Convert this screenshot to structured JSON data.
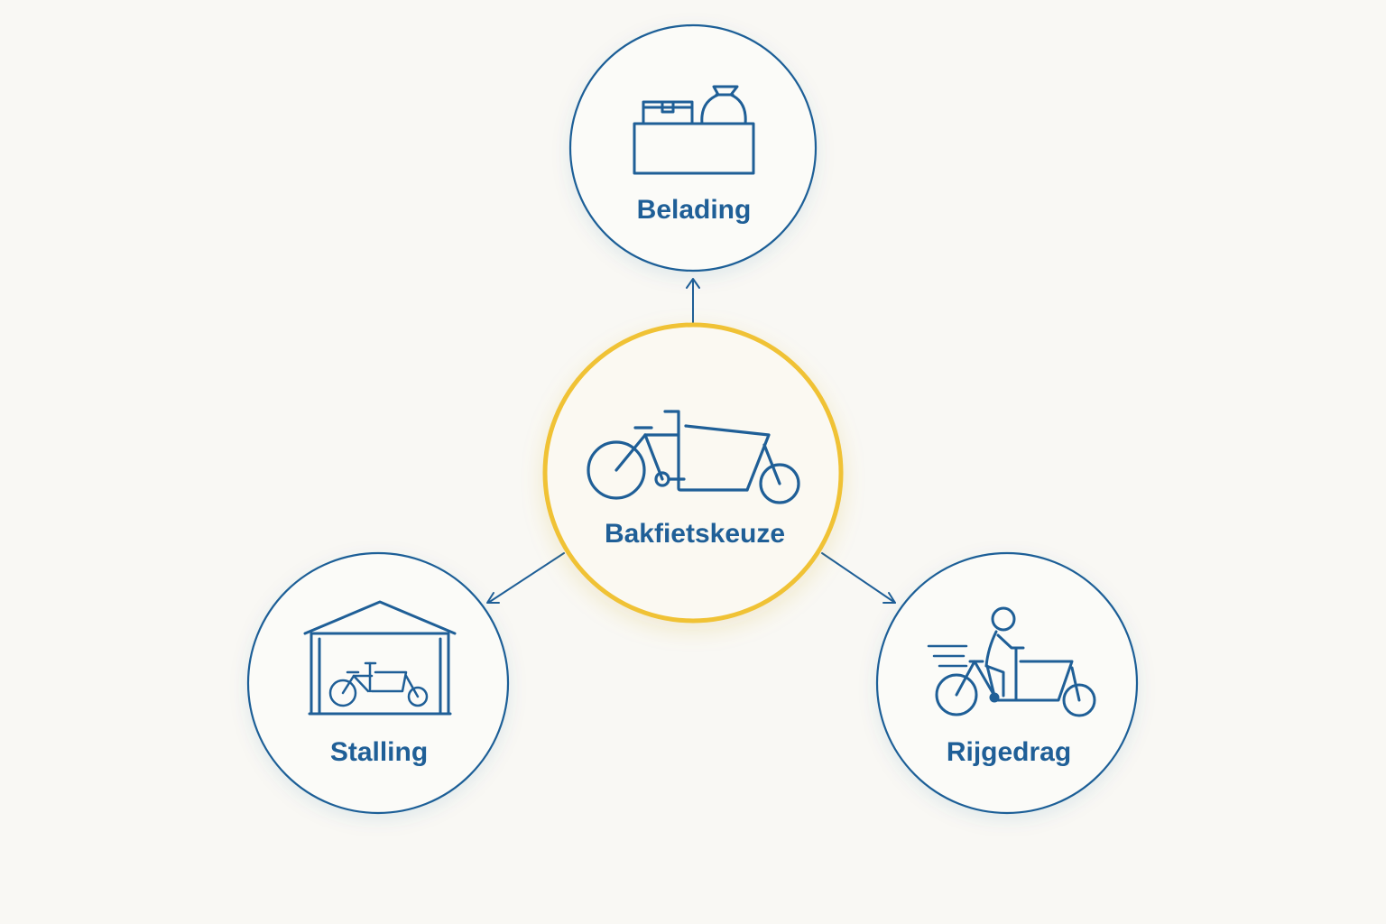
{
  "colors": {
    "background": "#f9f8f4",
    "primary_blue": "#1f5f97",
    "accent_yellow": "#f0c235",
    "center_fill": "#fbf9f2",
    "node_fill": "#fbfbf8"
  },
  "center": {
    "label": "Bakfietskeuze",
    "icon": "cargo-bike-icon"
  },
  "nodes": {
    "belading": {
      "label": "Belading",
      "icon": "cargo-box-icon"
    },
    "stalling": {
      "label": "Stalling",
      "icon": "bike-garage-icon"
    },
    "rijgedrag": {
      "label": "Rijgedrag",
      "icon": "cargo-bike-rider-icon"
    }
  }
}
